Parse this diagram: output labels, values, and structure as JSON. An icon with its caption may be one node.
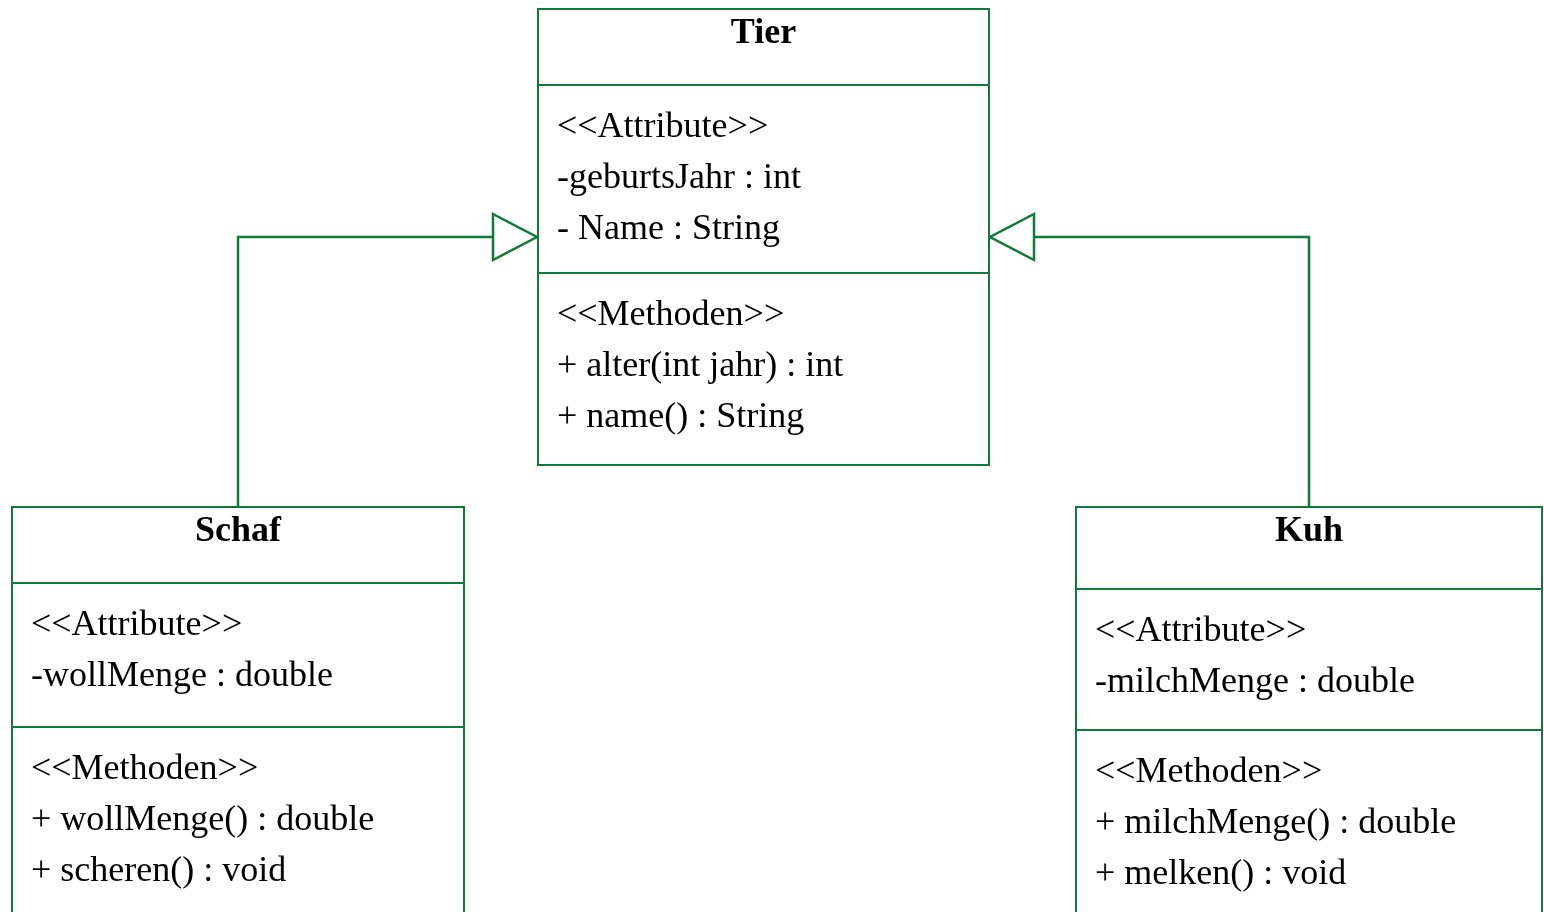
{
  "diagram": {
    "nodes": [
      {
        "text": [
          "Tier"
        ]
      },
      {
        "text": [
          "<<Attribute>>",
          "-geburtsJahr : int",
          "- Name : String"
        ],
        "in": 0
      },
      {
        "text": [
          "<<Methoden>>",
          "+ alter(int jahr) : int",
          "+ name() : String"
        ],
        "in": 0
      },
      {
        "text": [
          "Schaf"
        ]
      },
      {
        "text": [
          "<<Attribute>>",
          "-wollMenge : double"
        ],
        "in": 3
      },
      {
        "text": [
          "<<Methoden>>",
          "+ wollMenge() : double",
          "+ scheren() : void"
        ],
        "in": 3
      },
      {
        "text": [
          "Kuh"
        ]
      },
      {
        "text": [
          "<<Attribute>>",
          "-milchMenge : double"
        ],
        "in": 6
      },
      {
        "text": [
          "<<Methoden>>",
          "+ milchMenge() : double",
          "+ melken() : void"
        ],
        "in": 6
      }
    ],
    "edges": [
      {
        "from": 3,
        "to": 0,
        "arrow": "to"
      },
      {
        "from": 6,
        "to": 0,
        "arrow": "to"
      }
    ]
  }
}
